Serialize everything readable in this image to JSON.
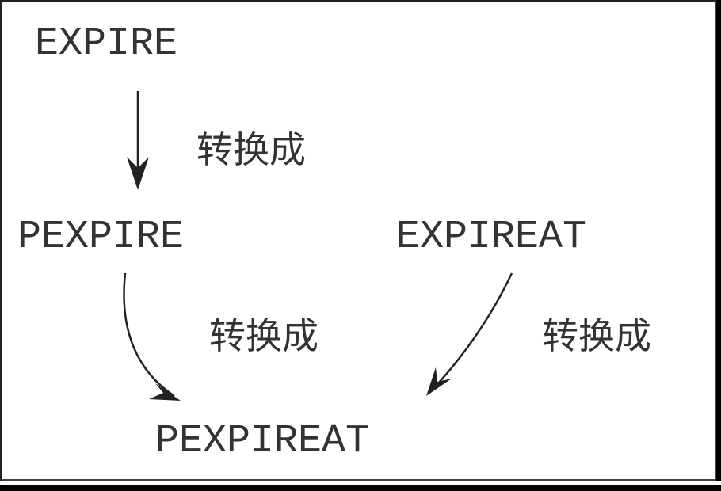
{
  "nodes": {
    "expire": "EXPIRE",
    "pexpire": "PEXPIRE",
    "expireat": "EXPIREAT",
    "pexpireat": "PEXPIREAT"
  },
  "edges": {
    "expire_to_pexpire": "转换成",
    "pexpire_to_pexpireat": "转换成",
    "expireat_to_pexpireat": "转换成"
  }
}
